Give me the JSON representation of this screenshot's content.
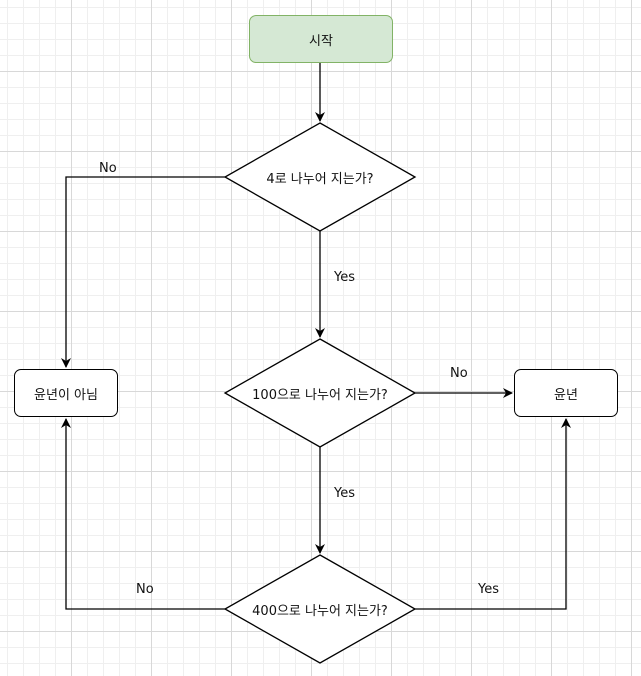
{
  "diagram": {
    "nodes": {
      "start": "시작",
      "check4": "4로 나누어 지는가?",
      "check100": "100으로 나누어 지는가?",
      "check400": "400으로 나누어 지는가?",
      "not_leap": "윤년이 아님",
      "leap": "윤년"
    },
    "edges": {
      "check4_no": "No",
      "check4_yes": "Yes",
      "check100_no": "No",
      "check100_yes": "Yes",
      "check400_no": "No",
      "check400_yes": "Yes"
    }
  },
  "colors": {
    "start_fill": "#d5e8d4",
    "start_stroke": "#82b366",
    "line": "#000000"
  }
}
